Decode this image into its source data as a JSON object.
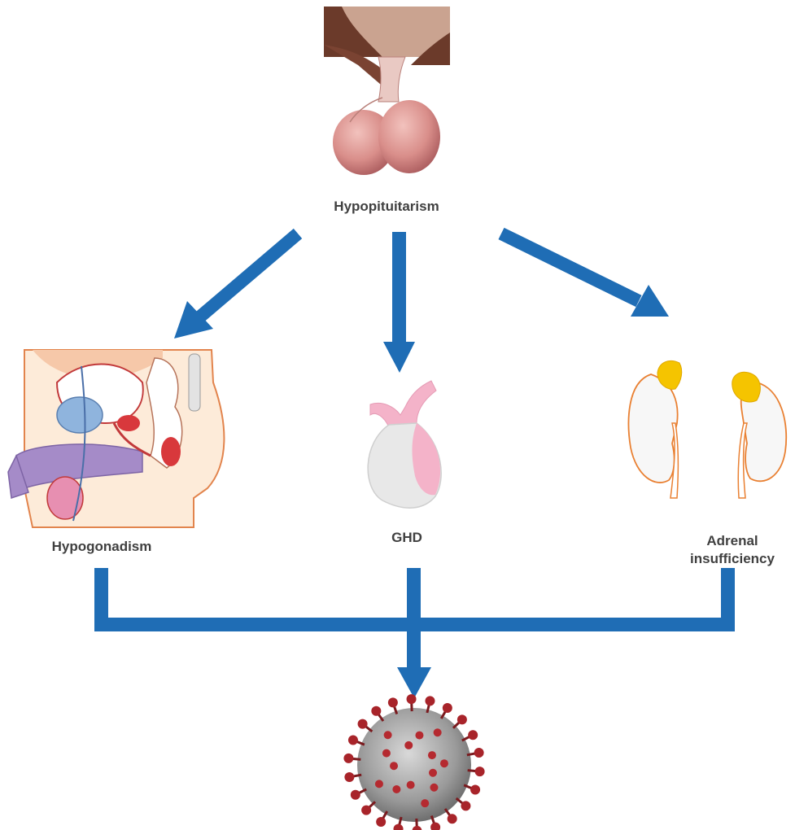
{
  "nodes": {
    "root": {
      "label": "Hypopituitarism",
      "icon": "pituitary-gland-icon"
    },
    "children": [
      {
        "label": "Hypogonadism",
        "icon": "male-reproductive-anatomy-icon"
      },
      {
        "label": "GHD",
        "icon": "pituitary-growth-hormone-icon"
      },
      {
        "label_lines": [
          "Adrenal",
          "insufficiency"
        ],
        "icon": "adrenal-kidneys-icon"
      }
    ],
    "outcome": {
      "icon": "coronavirus-icon"
    }
  },
  "colors": {
    "arrow": "#1f6db5",
    "text": "#404040",
    "pituitary": "#c9787a",
    "adrenal": "#f5c400",
    "virus_spike": "#a8242a",
    "virus_body": "#9a9a9a"
  }
}
